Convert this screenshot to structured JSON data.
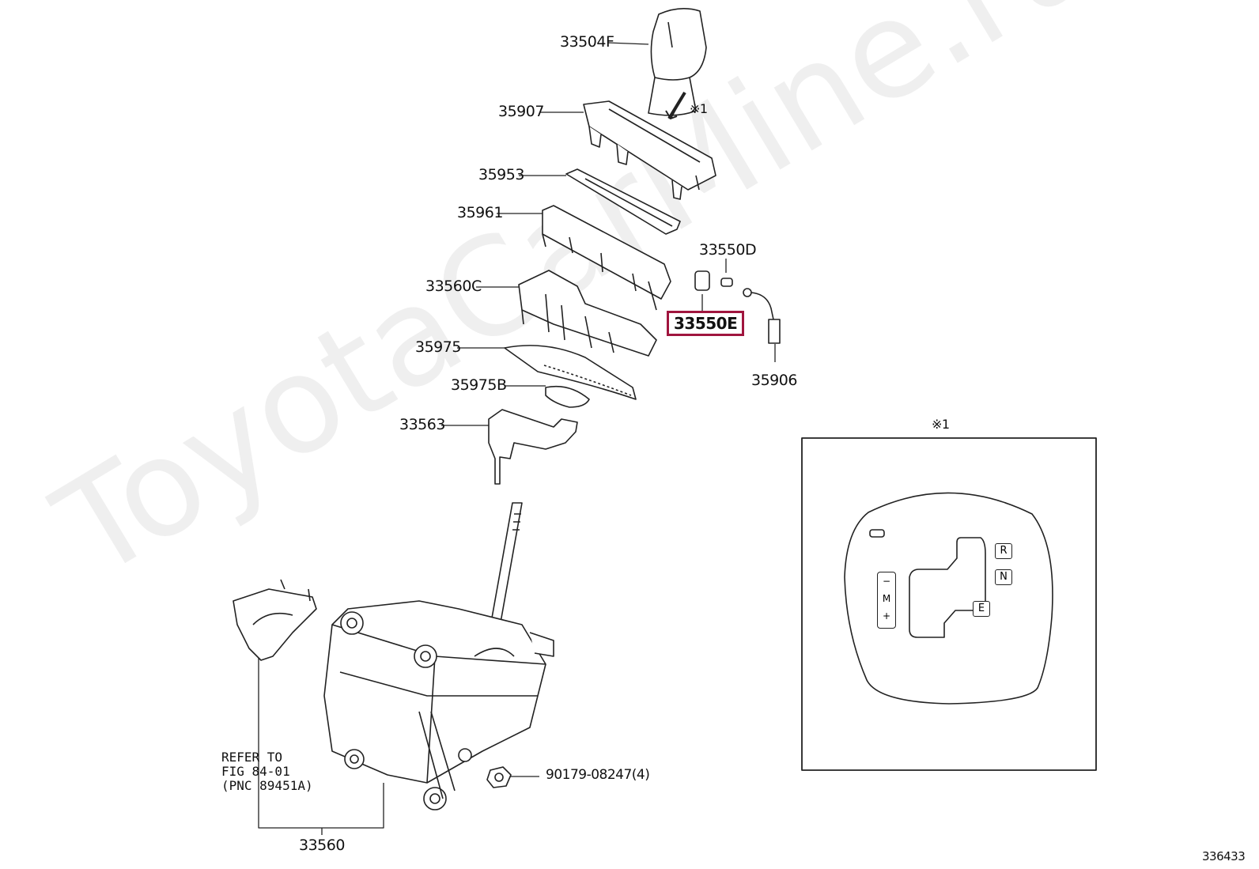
{
  "watermark": "ToyotaCarMine.ru",
  "parts": {
    "p33504F": "33504F",
    "p35907": "35907",
    "p35953": "35953",
    "p35961": "35961",
    "p33550D": "33550D",
    "p33560C": "33560C",
    "p33550E": "33550E",
    "p35975": "35975",
    "p35906": "35906",
    "p35975B": "35975B",
    "p33563": "33563",
    "p90179": "90179-08247(4)",
    "p33560": "33560"
  },
  "note_mark": "※1",
  "inset_title": "※1",
  "refer": [
    "REFER TO",
    "FIG 84-01",
    "(PNC 89451A)"
  ],
  "shift_positions": {
    "r": "R",
    "n": "N",
    "e": "E"
  },
  "mode_panel": [
    "−",
    "M",
    "+"
  ],
  "figure_id": "336433",
  "highlight_color": "#a0153e"
}
